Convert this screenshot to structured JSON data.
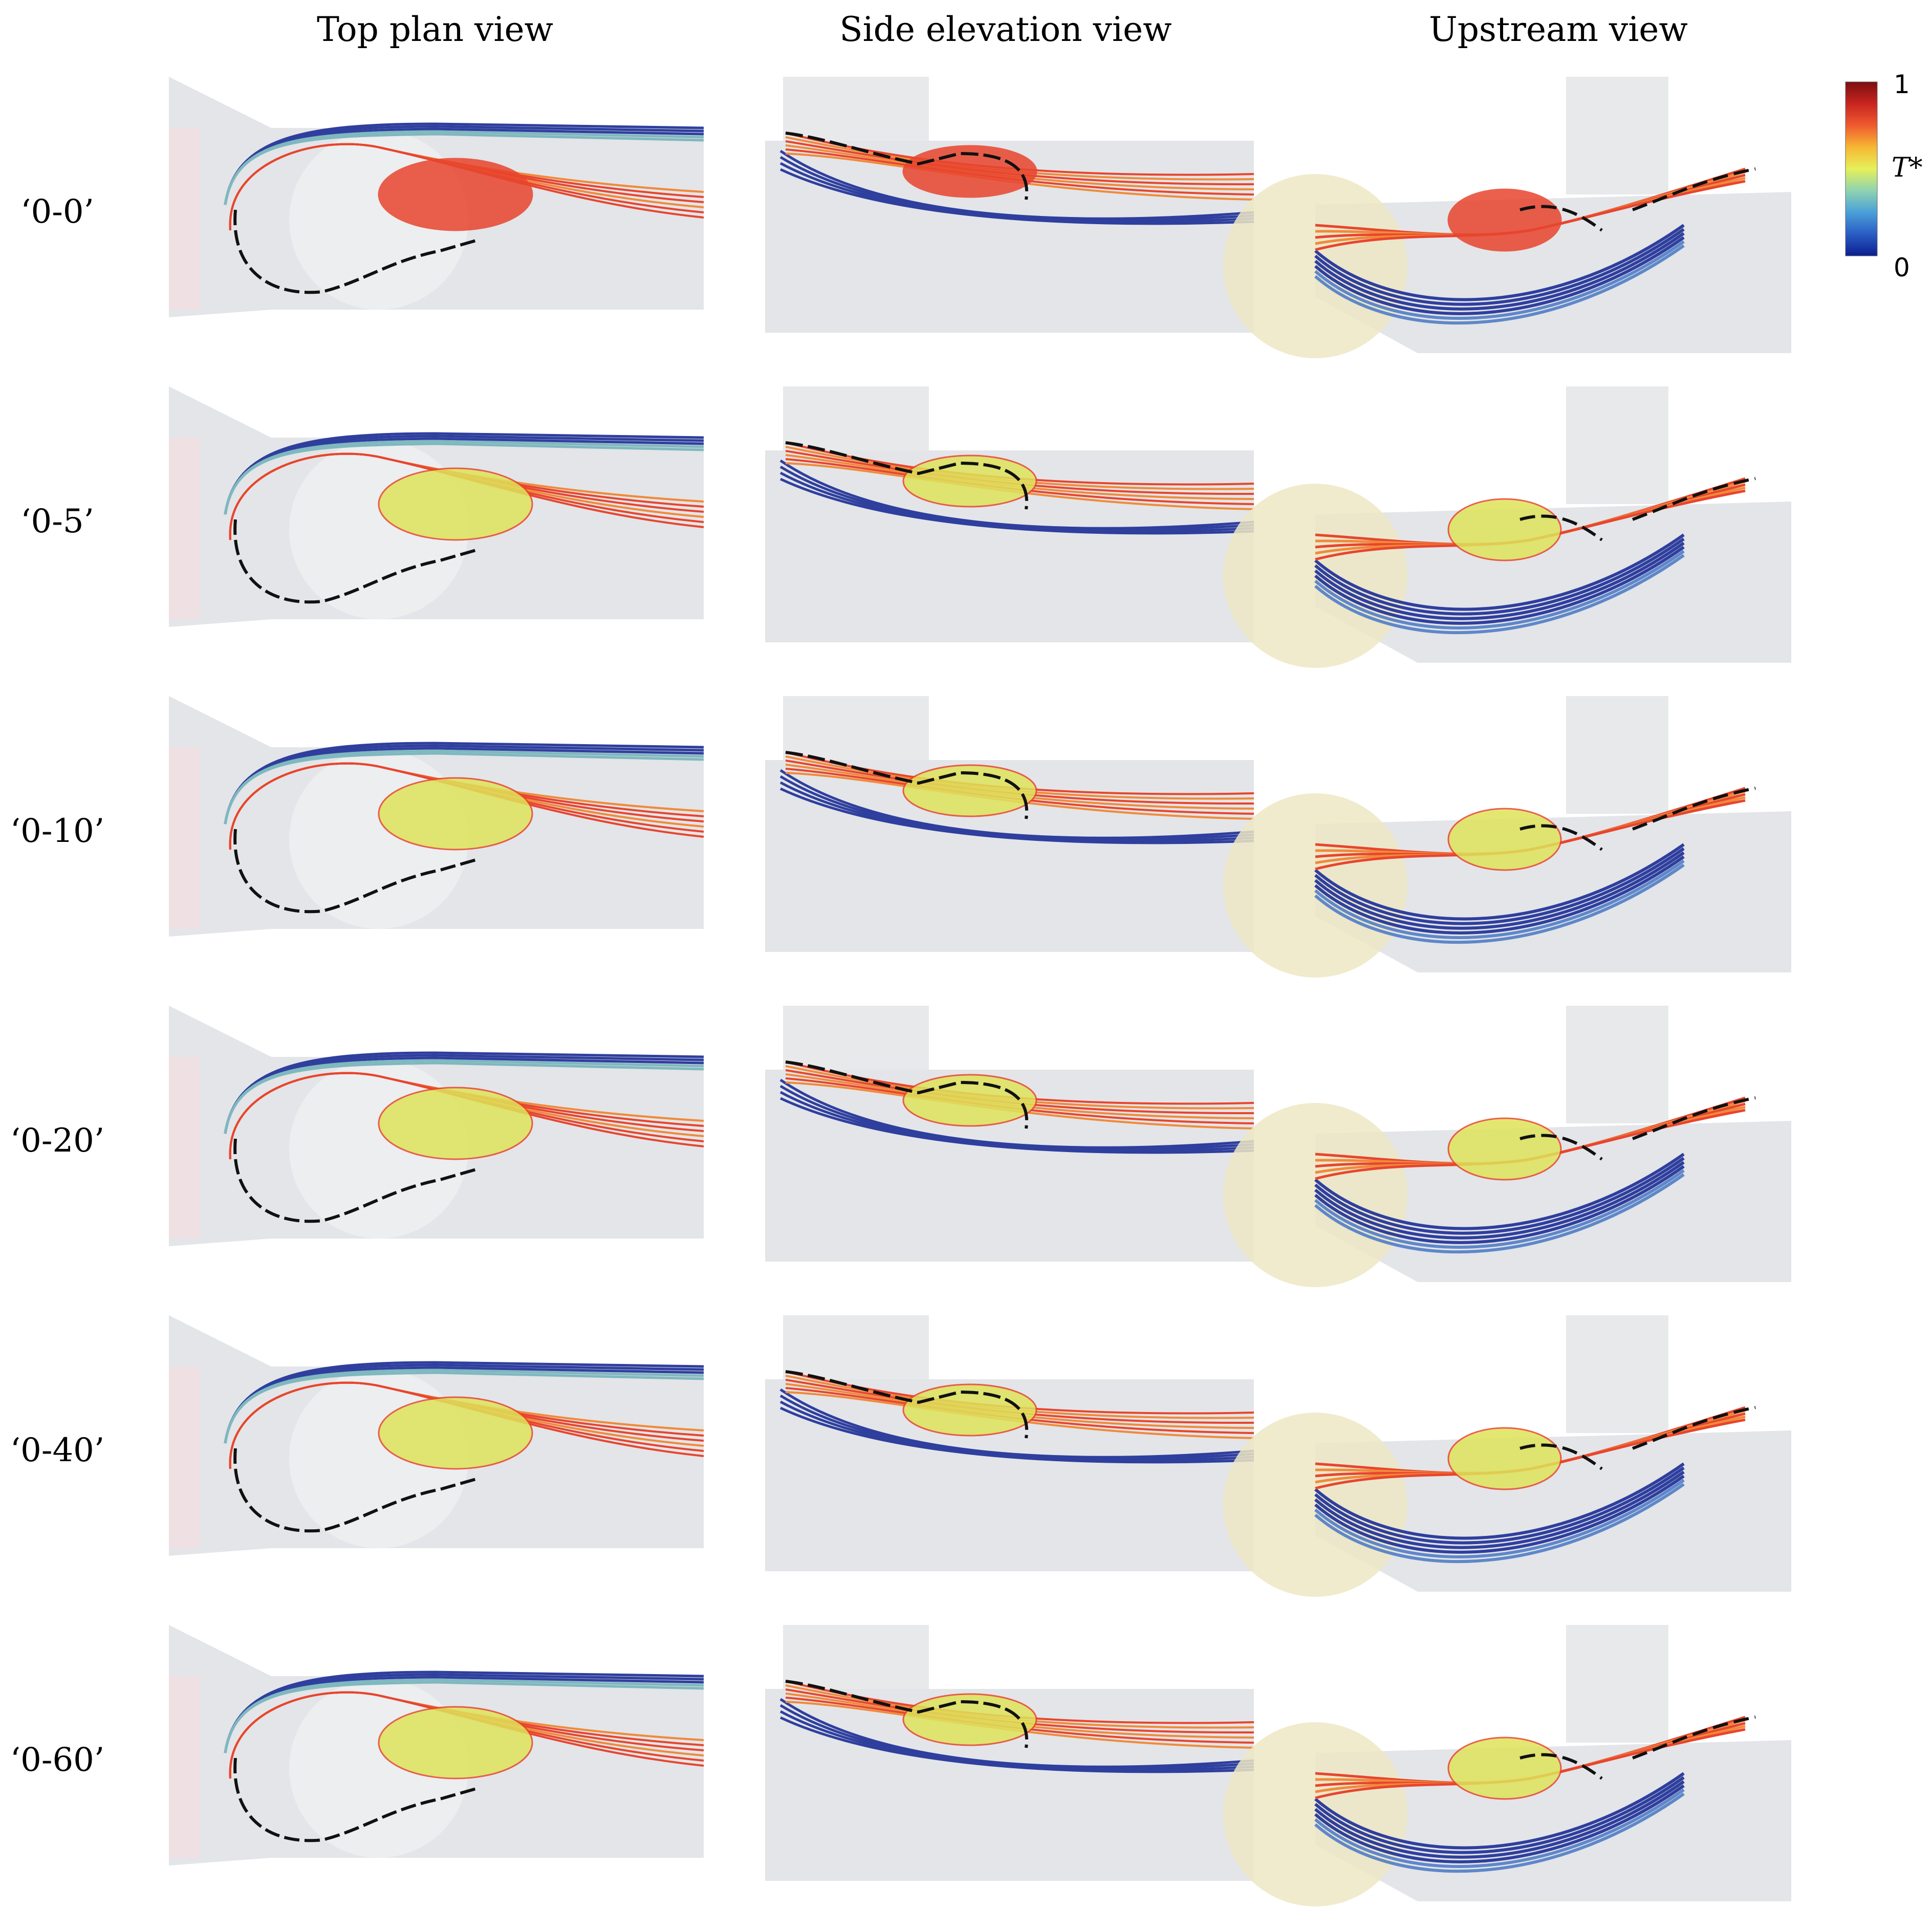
{
  "columns": [
    {
      "label": "Top plan view"
    },
    {
      "label": "Side elevation view"
    },
    {
      "label": "Upstream view"
    }
  ],
  "rows": [
    {
      "label": "‘0-0’"
    },
    {
      "label": "‘0-5’"
    },
    {
      "label": "‘0-10’"
    },
    {
      "label": "‘0-20’"
    },
    {
      "label": "‘0-40’"
    },
    {
      "label": "‘0-60’"
    }
  ],
  "colorbar": {
    "max_label": "1",
    "min_label": "0",
    "variable_label": "T*",
    "stops": [
      "#0b1f8f",
      "#2a5cc4",
      "#4aa0d8",
      "#8fd3b0",
      "#e6f05a",
      "#f7b733",
      "#ef5a2f",
      "#c8251f",
      "#7a0f10"
    ]
  },
  "streamline_colors": {
    "cold": "#2f3f9e",
    "mid_blue": "#5f87c9",
    "teal": "#7fb8bf",
    "green": "#a8cf6a",
    "yellow": "#dfe35a",
    "orange": "#f08a3a",
    "hot": "#e8452e",
    "separation_line": "#111111"
  }
}
